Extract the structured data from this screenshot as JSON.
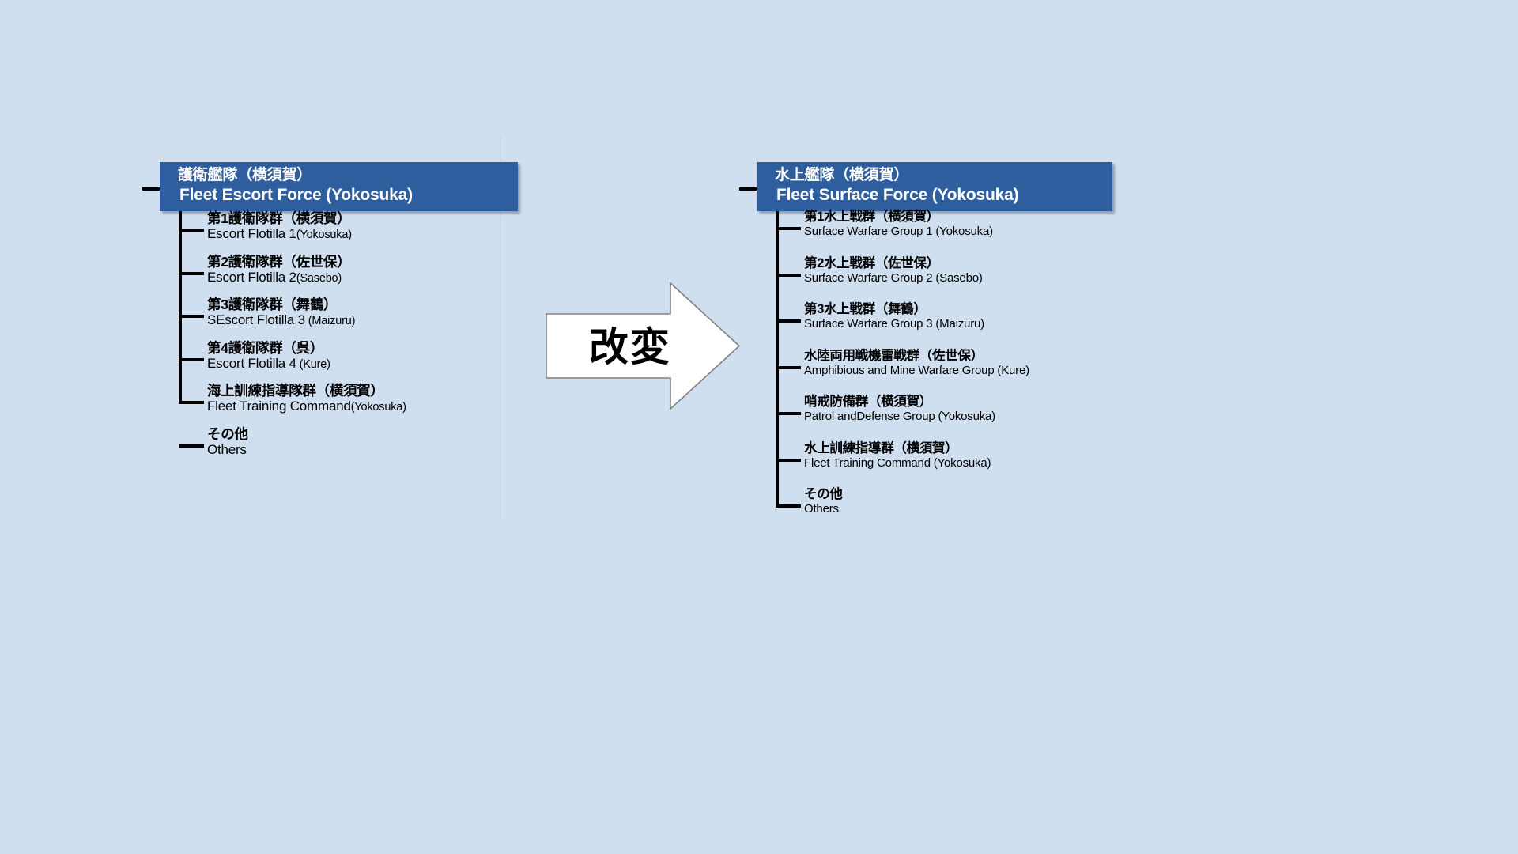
{
  "theme": {
    "background": "#d0dff0",
    "header_box": "#2f5e9e",
    "header_text": "#ffffff",
    "line": "#000000",
    "guide_line": "#c3d2e4"
  },
  "transition": {
    "label": "改変",
    "icon": "right-arrow-icon"
  },
  "left": {
    "header": {
      "jp": "護衛艦隊（横須賀）",
      "en": "Fleet Escort Force (Yokosuka)"
    },
    "items": [
      {
        "jp": "第1護衛隊群（横須賀）",
        "en_main": "Escort Flotilla 1",
        "en_paren": "(Yokosuka)"
      },
      {
        "jp": "第2護衛隊群（佐世保）",
        "en_main": "Escort Flotilla 2",
        "en_paren": "(Sasebo)"
      },
      {
        "jp": "第3護衛隊群（舞鶴）",
        "en_main": "SEscort Flotilla 3",
        "en_paren": " (Maizuru)"
      },
      {
        "jp": "第4護衛隊群（呉）",
        "en_main": "Escort Flotilla 4",
        "en_paren": " (Kure)"
      },
      {
        "jp": "海上訓練指導隊群（横須賀）",
        "en_main": "Fleet Training Command",
        "en_paren": "(Yokosuka)"
      },
      {
        "jp": "その他",
        "en_main": "Others",
        "en_paren": ""
      }
    ]
  },
  "right": {
    "header": {
      "jp": "水上艦隊（横須賀）",
      "en": "Fleet Surface Force (Yokosuka)"
    },
    "items": [
      {
        "jp": "第1水上戦群（横須賀）",
        "en_main": "Surface Warfare Group 1",
        "en_paren": " (Yokosuka)"
      },
      {
        "jp": "第2水上戦群（佐世保）",
        "en_main": "Surface Warfare Group 2",
        "en_paren": " (Sasebo)"
      },
      {
        "jp": "第3水上戦群（舞鶴）",
        "en_main": "Surface Warfare Group 3",
        "en_paren": "  (Maizuru)"
      },
      {
        "jp": "水陸両用戦機雷戦群（佐世保）",
        "en_main": "Amphibious and Mine Warfare Group",
        "en_paren": " (Kure)"
      },
      {
        "jp": "哨戒防備群（横須賀）",
        "en_main": "Patrol andDefense Group",
        "en_paren": " (Yokosuka)"
      },
      {
        "jp": "水上訓練指導群（横須賀）",
        "en_main": "Fleet Training Command",
        "en_paren": " (Yokosuka)"
      },
      {
        "jp": "その他",
        "en_main": "Others",
        "en_paren": ""
      }
    ]
  }
}
